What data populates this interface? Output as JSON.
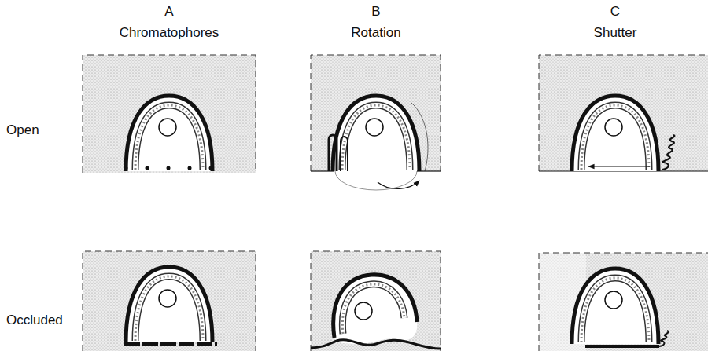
{
  "diagram": {
    "labels": [
      "A",
      "B",
      "C",
      "Chromatophores",
      "Rotation",
      "Shutter",
      "Open",
      "Occluded"
    ]
  }
}
